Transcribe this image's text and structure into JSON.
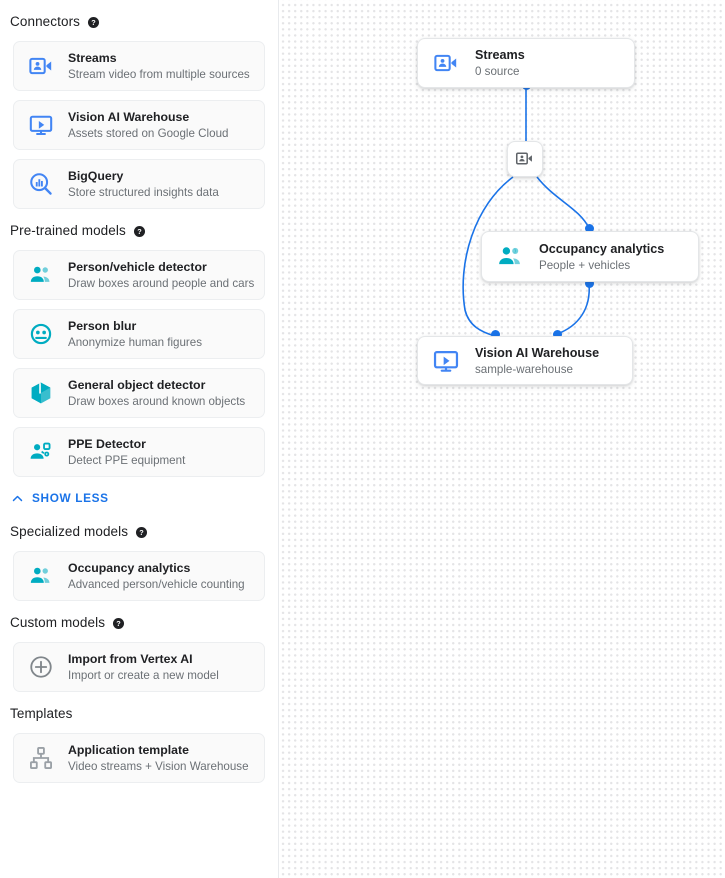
{
  "sidebar": {
    "sections": [
      {
        "id": "connectors",
        "title": "Connectors",
        "has_help": true,
        "help_icon": "help-circle-icon",
        "items": [
          {
            "title": "Streams",
            "subtitle": "Stream video from multiple sources",
            "icon": "video-camera-person-icon",
            "color": "#4285f4"
          },
          {
            "title": "Vision AI Warehouse",
            "subtitle": "Assets stored on Google Cloud",
            "icon": "monitor-play-icon",
            "color": "#4285f4"
          },
          {
            "title": "BigQuery",
            "subtitle": "Store structured insights data",
            "icon": "magnifier-barchart-icon",
            "color": "#4285f4"
          }
        ]
      },
      {
        "id": "pretrained-models",
        "title": "Pre-trained models",
        "has_help": true,
        "help_icon": "help-circle-icon",
        "items": [
          {
            "title": "Person/vehicle detector",
            "subtitle": "Draw boxes around people and cars",
            "icon": "people-group-icon",
            "color": "#00acc1"
          },
          {
            "title": "Person blur",
            "subtitle": "Anonymize human figures",
            "icon": "face-blur-icon",
            "color": "#00acc1"
          },
          {
            "title": "General object detector",
            "subtitle": "Draw boxes around known objects",
            "icon": "cube-box-icon",
            "color": "#00acc1"
          },
          {
            "title": "PPE Detector",
            "subtitle": "Detect PPE equipment",
            "icon": "ppe-person-icon",
            "color": "#00acc1"
          }
        ]
      },
      {
        "id": "specialized-models",
        "title": "Specialized models",
        "has_help": true,
        "help_icon": "help-circle-icon",
        "items": [
          {
            "title": "Occupancy analytics",
            "subtitle": "Advanced person/vehicle counting",
            "icon": "people-group-icon",
            "color": "#00acc1"
          }
        ]
      },
      {
        "id": "custom-models",
        "title": "Custom models",
        "has_help": true,
        "help_icon": "help-circle-icon",
        "items": [
          {
            "title": "Import from Vertex AI",
            "subtitle": "Import or create a new model",
            "icon": "plus-circle-icon",
            "color": "#80868b"
          }
        ]
      },
      {
        "id": "templates",
        "title": "Templates",
        "has_help": false,
        "items": [
          {
            "title": "Application template",
            "subtitle": "Video streams + Vision Warehouse",
            "icon": "hierarchy-tree-icon",
            "color": "#9aa0a6"
          }
        ]
      }
    ],
    "show_less": {
      "label": "SHOW LESS",
      "icon": "chevron-up-icon",
      "color": "#1a73e8"
    }
  },
  "canvas": {
    "accent_color": "#1a73e8",
    "grid": "dotted",
    "nodes": [
      {
        "id": "streams",
        "title": "Streams",
        "subtitle": "0 source",
        "icon": "video-camera-person-icon",
        "color": "#4285f4"
      },
      {
        "id": "splitter",
        "title": "",
        "subtitle": "",
        "icon": "video-camera-person-icon",
        "color": "#5f6368"
      },
      {
        "id": "occupancy",
        "title": "Occupancy analytics",
        "subtitle": "People + vehicles",
        "icon": "people-group-icon",
        "color": "#00acc1"
      },
      {
        "id": "warehouse",
        "title": "Vision AI Warehouse",
        "subtitle": "sample-warehouse",
        "icon": "monitor-play-icon",
        "color": "#4285f4"
      }
    ]
  }
}
